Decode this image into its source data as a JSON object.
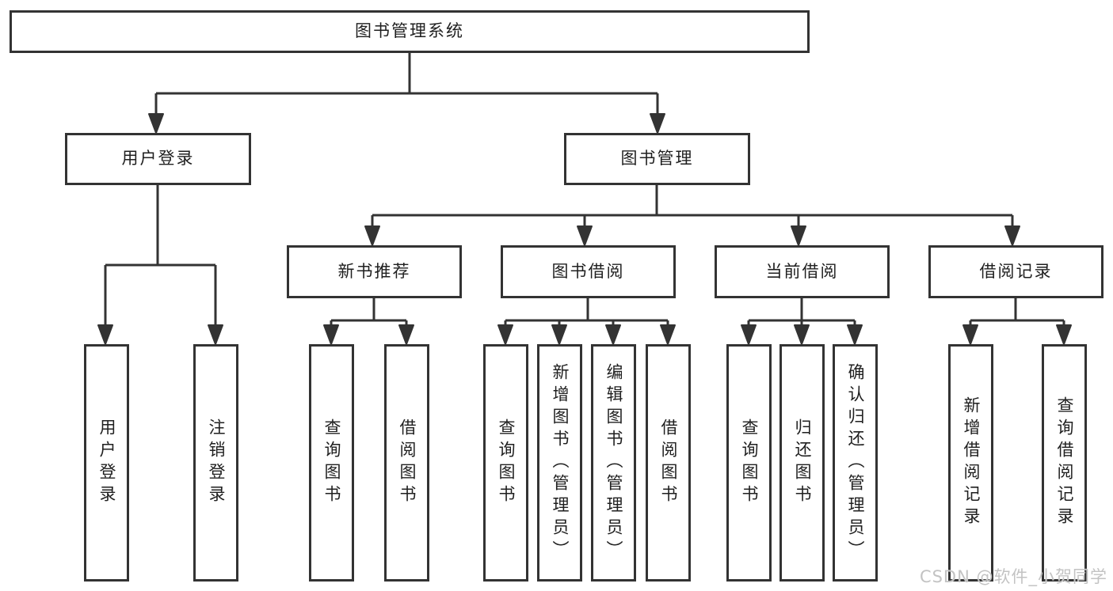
{
  "diagram": {
    "root": {
      "label": "图书管理系统"
    },
    "branches": [
      {
        "label": "用户登录",
        "leaves": [
          {
            "label": "用户登录"
          },
          {
            "label": "注销登录"
          }
        ]
      },
      {
        "label": "图书管理",
        "groups": [
          {
            "label": "新书推荐",
            "leaves": [
              {
                "label": "查询图书"
              },
              {
                "label": "借阅图书"
              }
            ]
          },
          {
            "label": "图书借阅",
            "leaves": [
              {
                "label": "查询图书"
              },
              {
                "label": "新增图书（管理员）"
              },
              {
                "label": "编辑图书（管理员）"
              },
              {
                "label": "借阅图书"
              }
            ]
          },
          {
            "label": "当前借阅",
            "leaves": [
              {
                "label": "查询图书"
              },
              {
                "label": "归还图书"
              },
              {
                "label": "确认归还（管理员）"
              }
            ]
          },
          {
            "label": "借阅记录",
            "leaves": [
              {
                "label": "新增借阅记录"
              },
              {
                "label": "查询借阅记录"
              }
            ]
          }
        ]
      }
    ]
  },
  "watermark": {
    "text": "CSDN @软件_小贺同学"
  },
  "colors": {
    "line": "#333333",
    "text": "#1f1f1f",
    "background": "#ffffff",
    "watermark": "#c3c3c3"
  }
}
